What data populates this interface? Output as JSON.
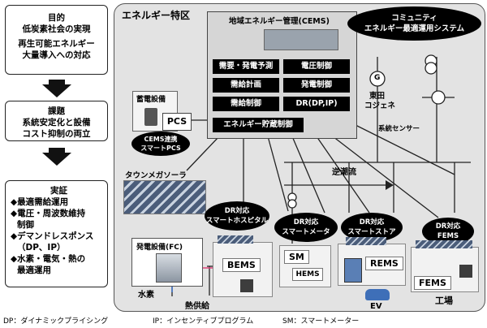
{
  "left_panel": {
    "goal": {
      "heading": "目的",
      "lines": [
        "低炭素社会の実現",
        "再生可能エネルギー",
        "大量導入への対応"
      ]
    },
    "issue": {
      "heading": "課題",
      "lines": [
        "系統安定化と設備",
        "コスト抑制の両立"
      ]
    },
    "demo": {
      "heading": "実証",
      "items": [
        "◆最適需給運用",
        "◆電圧・周波数維持",
        "制御",
        "◆デマンドレスポンス",
        "（DP、IP）",
        "◆水素・電気・熱の",
        "最適運用"
      ]
    }
  },
  "region": {
    "title": "エネルギー特区",
    "cems": {
      "title": "地域エネルギー管理(CEMS)",
      "functions": [
        "需要・発電予測",
        "電圧制御",
        "需給計画",
        "発電制御",
        "需給制御",
        "DR(DP,IP)",
        "エネルギー貯蔵制御"
      ]
    },
    "community": [
      "コミュニティ",
      "エネルギー最適運用システム"
    ],
    "storage": "蓄電設備",
    "pcs": "PCS",
    "cems_link": [
      "CEMS連携",
      "スマートPCS"
    ],
    "mega_solar": "タウンメガソーラ",
    "generator": [
      "東田",
      "コジェネ"
    ],
    "generator_symbol": "G",
    "grid_sensor": "系統センサー",
    "reverse_flow": "逆潮流",
    "fc": "発電設備(FC)",
    "hydrogen": "水素",
    "heat": "熱供給",
    "dr_hospital": [
      "DR対応",
      "スマートホスピタル"
    ],
    "dr_meter": [
      "DR対応",
      "スマートメータ"
    ],
    "dr_store": [
      "DR対応",
      "スマートストア"
    ],
    "dr_fems": [
      "DR対応",
      "FEMS"
    ],
    "bems": "BEMS",
    "sm": "SM",
    "hems": "HEMS",
    "rems": "REMS",
    "fems": "FEMS",
    "ev": "EV",
    "factory": "工場"
  },
  "footnotes": [
    "DP：ダイナミックプライシング",
    "IP：インセンティブプログラム",
    "SM：スマートメーター"
  ]
}
